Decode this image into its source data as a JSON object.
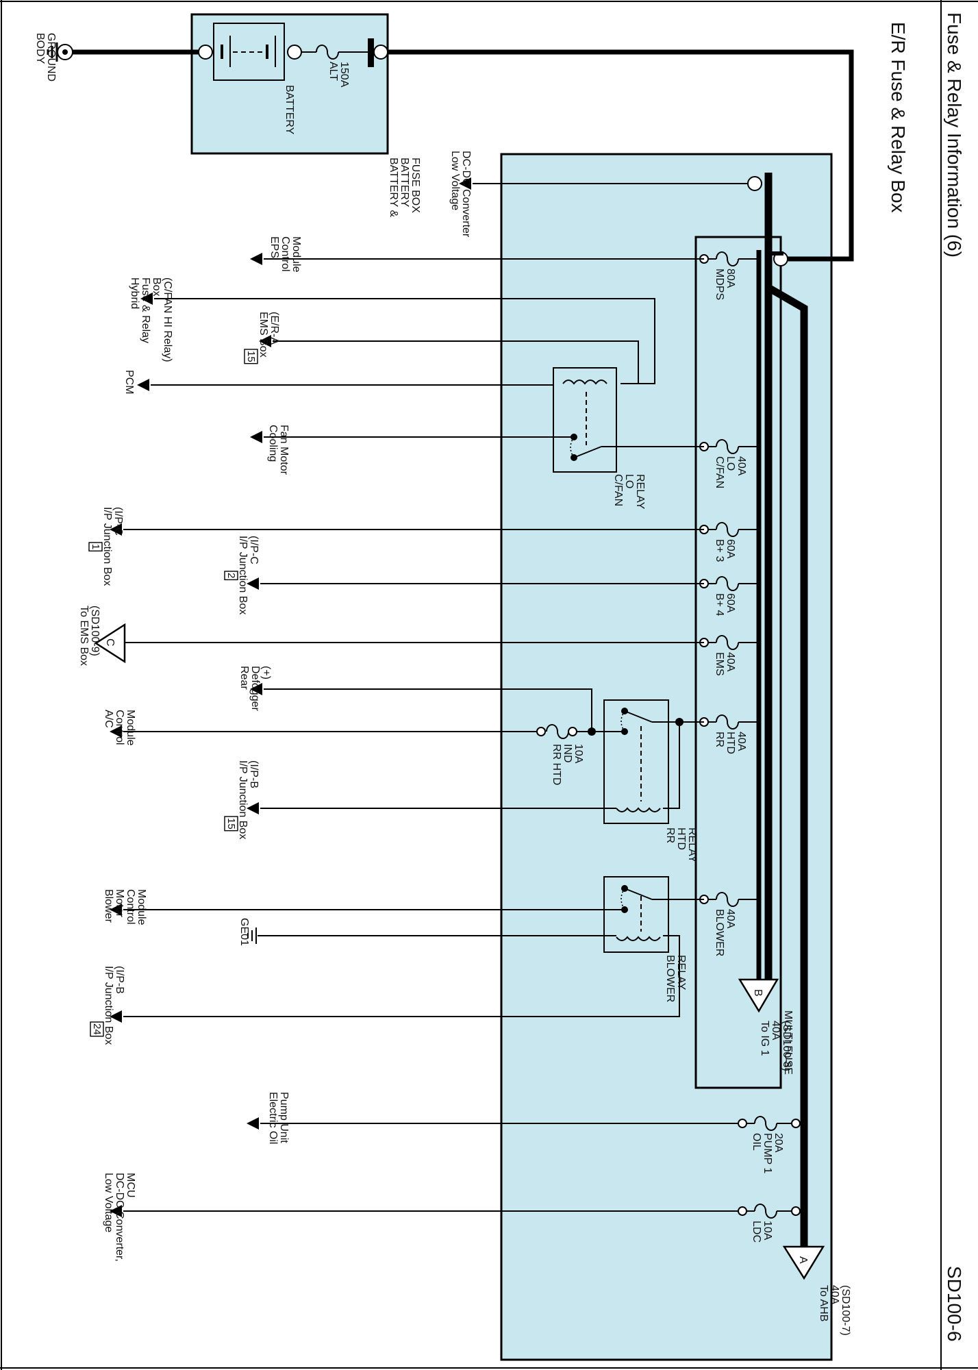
{
  "header": {
    "title": "Fuse & Relay Information (6)",
    "subtitle": "E/R Fuse & Relay Box",
    "page_code": "SD100-6"
  },
  "battery_box": {
    "title_lines": [
      "BATTERY &",
      "BATTERY",
      "FUSE BOX"
    ],
    "battery_label": "BATTERY",
    "alt_fuse": [
      "ALT",
      "150A"
    ],
    "ground_lines": [
      "BODY",
      "GROUND"
    ]
  },
  "multi_fuse_label": "MULTI FUSE",
  "fuses": [
    {
      "name": "MDPS",
      "lines": [
        "MDPS",
        "80A"
      ]
    },
    {
      "name": "C/FAN LO",
      "lines": [
        "C/FAN",
        "LO",
        "40A"
      ]
    },
    {
      "name": "B+ 3",
      "lines": [
        "B+ 3",
        "60A"
      ]
    },
    {
      "name": "B+ 4",
      "lines": [
        "B+ 4",
        "60A"
      ]
    },
    {
      "name": "EMS",
      "lines": [
        "EMS",
        "40A"
      ]
    },
    {
      "name": "RR HTD",
      "lines": [
        "RR",
        "HTD",
        "40A"
      ]
    },
    {
      "name": "BLOWER",
      "lines": [
        "BLOWER",
        "40A"
      ]
    },
    {
      "name": "OIL PUMP 1",
      "lines": [
        "OIL",
        "PUMP 1",
        "20A"
      ]
    },
    {
      "name": "LDC",
      "lines": [
        "LDC",
        "10A"
      ]
    },
    {
      "name": "RR HTD IND",
      "lines": [
        "RR HTD",
        "IND",
        "10A"
      ]
    }
  ],
  "relays": {
    "cfan_lo": [
      "C/FAN",
      "LO",
      "RELAY"
    ],
    "rr_htd": [
      "RR",
      "HTD",
      "RELAY"
    ],
    "blower": [
      "BLOWER",
      "RELAY"
    ]
  },
  "connectors": {
    "A": {
      "letter": "A",
      "lines": [
        "To AHB",
        "40A",
        "(SD100-7)"
      ]
    },
    "B": {
      "letter": "B",
      "lines": [
        "To IG 1",
        "40A",
        "(SD100-8)"
      ]
    },
    "C": {
      "letter": "C",
      "lines": [
        "To EMS Box",
        "(SD100-9)"
      ]
    }
  },
  "destinations": {
    "ldc_dcdc": [
      "Low Voltage",
      "DC-DC Converter"
    ],
    "eps": [
      "EPS",
      "Control",
      "Module"
    ],
    "hybrid": [
      "Hybrid",
      "Fuse & Relay",
      "Box",
      "(C/FAN HI Relay)"
    ],
    "ems_box": [
      "EMS Box",
      "(E/R-A"
    ],
    "ems_box_pin": "15",
    "pcm": [
      "PCM"
    ],
    "cooling_fan": [
      "Cooling",
      "Fan Motor"
    ],
    "ipc1": [
      "I/P Junction Box",
      "(I/P-C"
    ],
    "ipc1_pin": "1",
    "ipc2": [
      "I/P Junction Box",
      "(I/P-C"
    ],
    "ipc2_pin": "2",
    "rear_defogger": [
      "Rear",
      "Defogger",
      "(+)"
    ],
    "ac_module": [
      "A/C",
      "Control",
      "Module"
    ],
    "ipb15": [
      "I/P Junction Box",
      "(I/P-B"
    ],
    "ipb15_pin": "15",
    "blower_motor": [
      "Blower",
      "Motor",
      "Control",
      "Module"
    ],
    "ge01": "GE01",
    "ipb24": [
      "I/P Junction Box",
      "(I/P-B"
    ],
    "ipb24_pin": "24",
    "oil_pump_unit": [
      "Electric Oil",
      "Pump Unit"
    ],
    "ldc_mcu": [
      "Low Voltage",
      "DC-DC Converter,",
      "MCU"
    ]
  },
  "colors": {
    "box_fill": "#c9e7ef",
    "line": "#000000"
  }
}
